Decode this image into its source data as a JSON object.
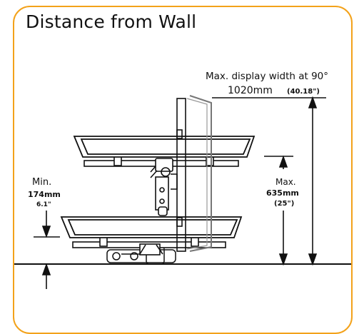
{
  "header": {
    "title": "Distance from Wall"
  },
  "labels": {
    "max_width_line1": "Max. display width at 90°",
    "max_width_mm": "1020mm",
    "max_width_in": "(40.18\")",
    "min_label": "Min.",
    "min_mm": "174mm",
    "min_in": "6.1\"",
    "max_label": "Max.",
    "max_mm": "635mm",
    "max_in": "(25\")"
  },
  "colors": {
    "border": "#f3a21a",
    "line": "#111111"
  }
}
